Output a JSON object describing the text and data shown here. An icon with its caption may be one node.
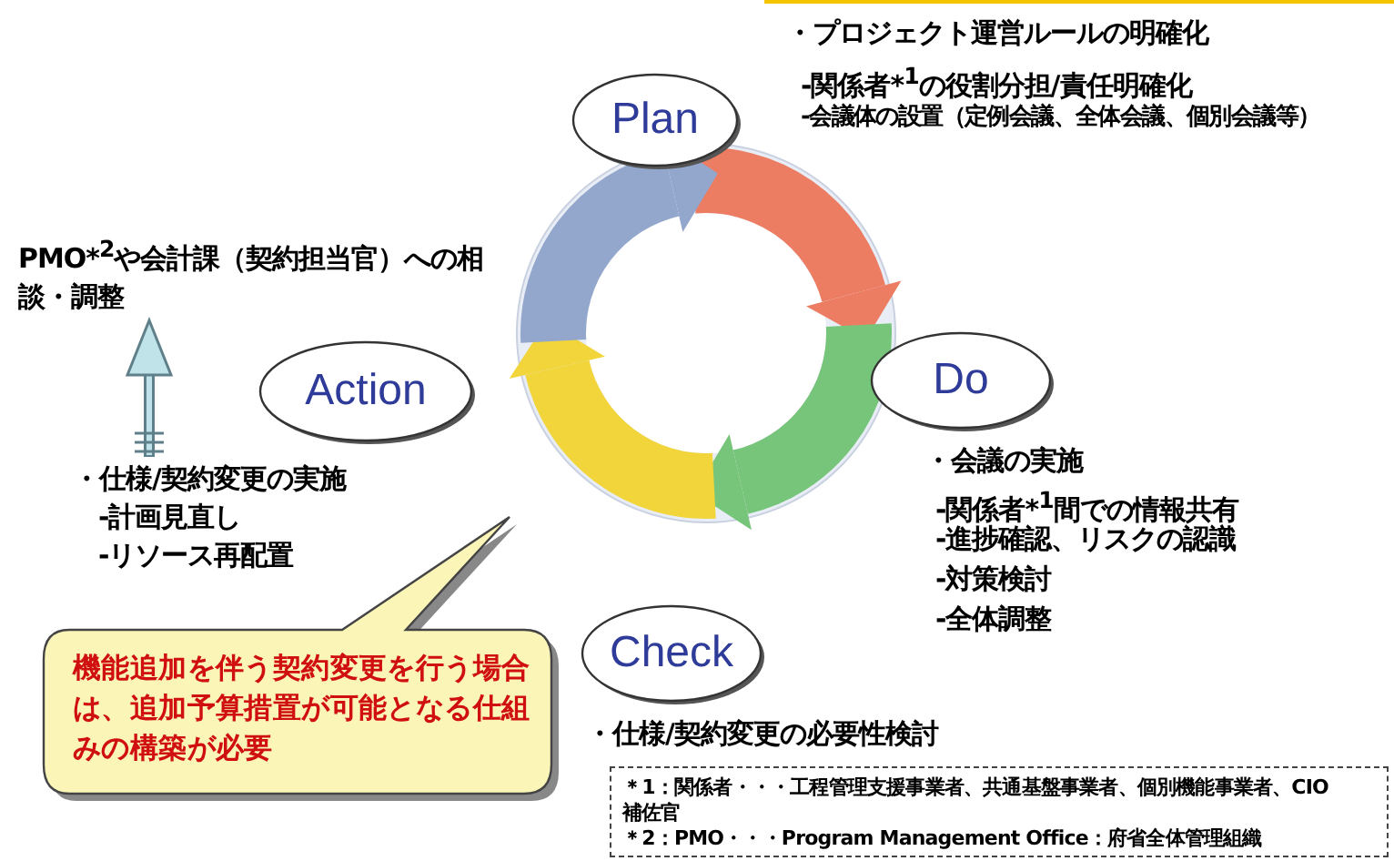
{
  "diagram": {
    "nodes": [
      {
        "text": [
          "Plan"
        ]
      },
      {
        "text": [
          "Do"
        ]
      },
      {
        "text": [
          "Check"
        ]
      },
      {
        "text": [
          "Action"
        ]
      },
      {
        "text": [
          "・仕様/契約変更の実施",
          "-計画見直し",
          "-リソース再配置"
        ]
      },
      {
        "text": [
          "PMO*$^{2}$や会計課（契約担当官）への相談・調整"
        ]
      },
      {
        "text": [
          "機能追加を伴う契約変更を行う場合は、追加予算措置が可能となる仕組みの構築が必要"
        ]
      },
      {
        "text": [
          "＊1：関係者・・・工程管理支援事業者、共通基盤事業者、個別機能事業者、CIO補佐官",
          "＊2：PMO・・・Program Management Office：府省全体管理組織"
        ]
      }
    ],
    "edges": [
      {
        "from": 4,
        "to": 5,
        "arrow": "to"
      }
    ],
    "labels": [
      "・プロジェクト運営ルールの明確化",
      "-関係者*$^{1}$の役割分担/責任明確化",
      "-会議体の設置（定例会議、全体会議、個別会議等）",
      "・会議の実施",
      "-関係者*$^{1}$間での情報共有",
      "-進捗確認、リスクの認識",
      "-対策検討",
      "-全体調整",
      "・仕様/契約変更の必要性検討"
    ]
  }
}
